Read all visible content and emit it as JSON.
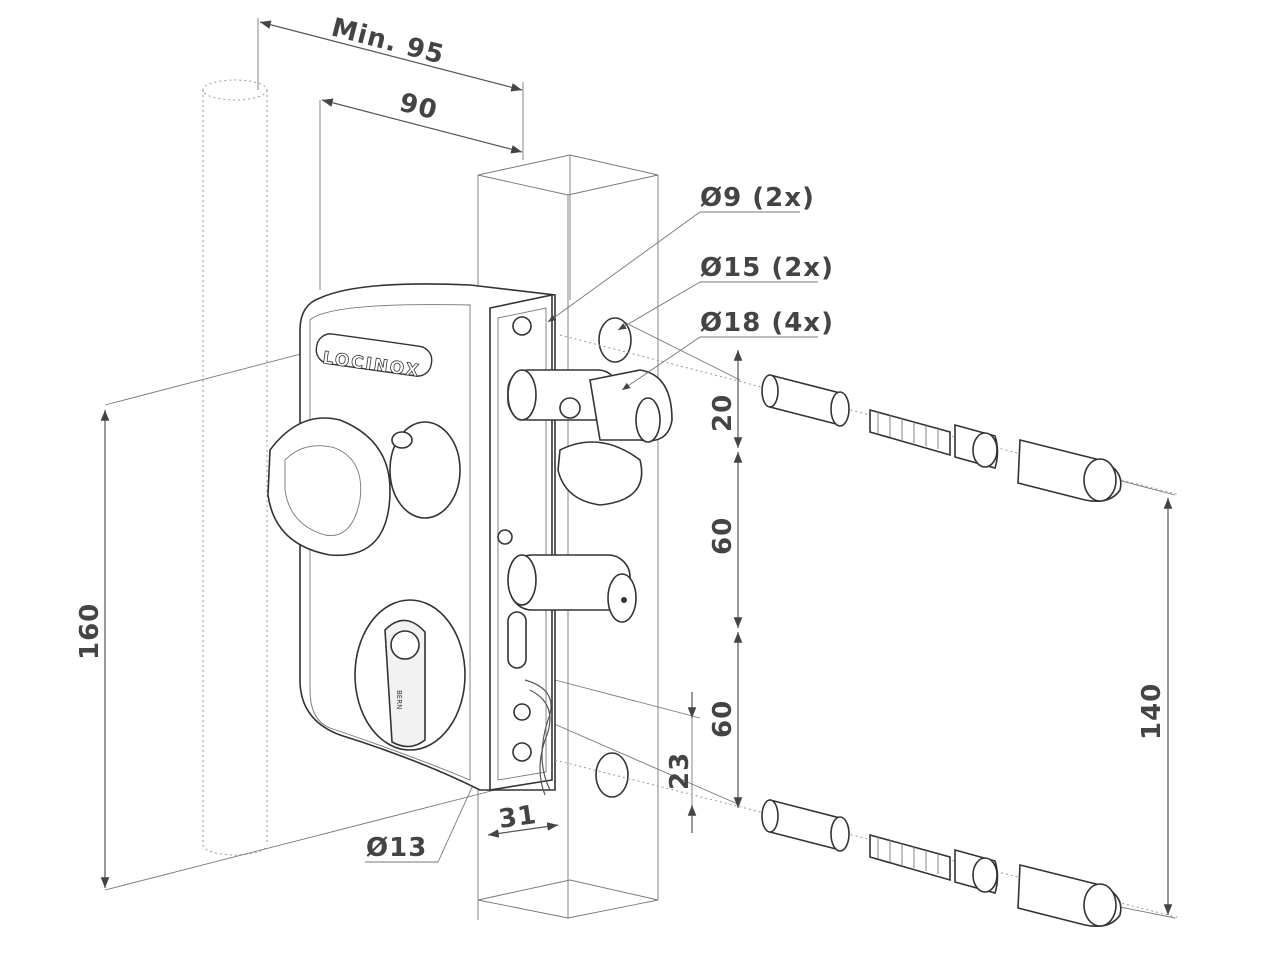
{
  "brand": "LOCINOX",
  "cylinder_text": "BERN",
  "dimensions": {
    "min_width": "Min. 95",
    "width": "90",
    "height_total": "160",
    "hole_spacing_a": "20",
    "hole_spacing_b": "60",
    "hole_spacing_c": "60",
    "hole_spacing_d": "23",
    "hole_spacing_e": "140",
    "tube_offset": "31",
    "diameter_13": "Ø13"
  },
  "callouts": {
    "d9": "Ø9 (2x)",
    "d15": "Ø15 (2x)",
    "d18": "Ø18 (4x)"
  }
}
